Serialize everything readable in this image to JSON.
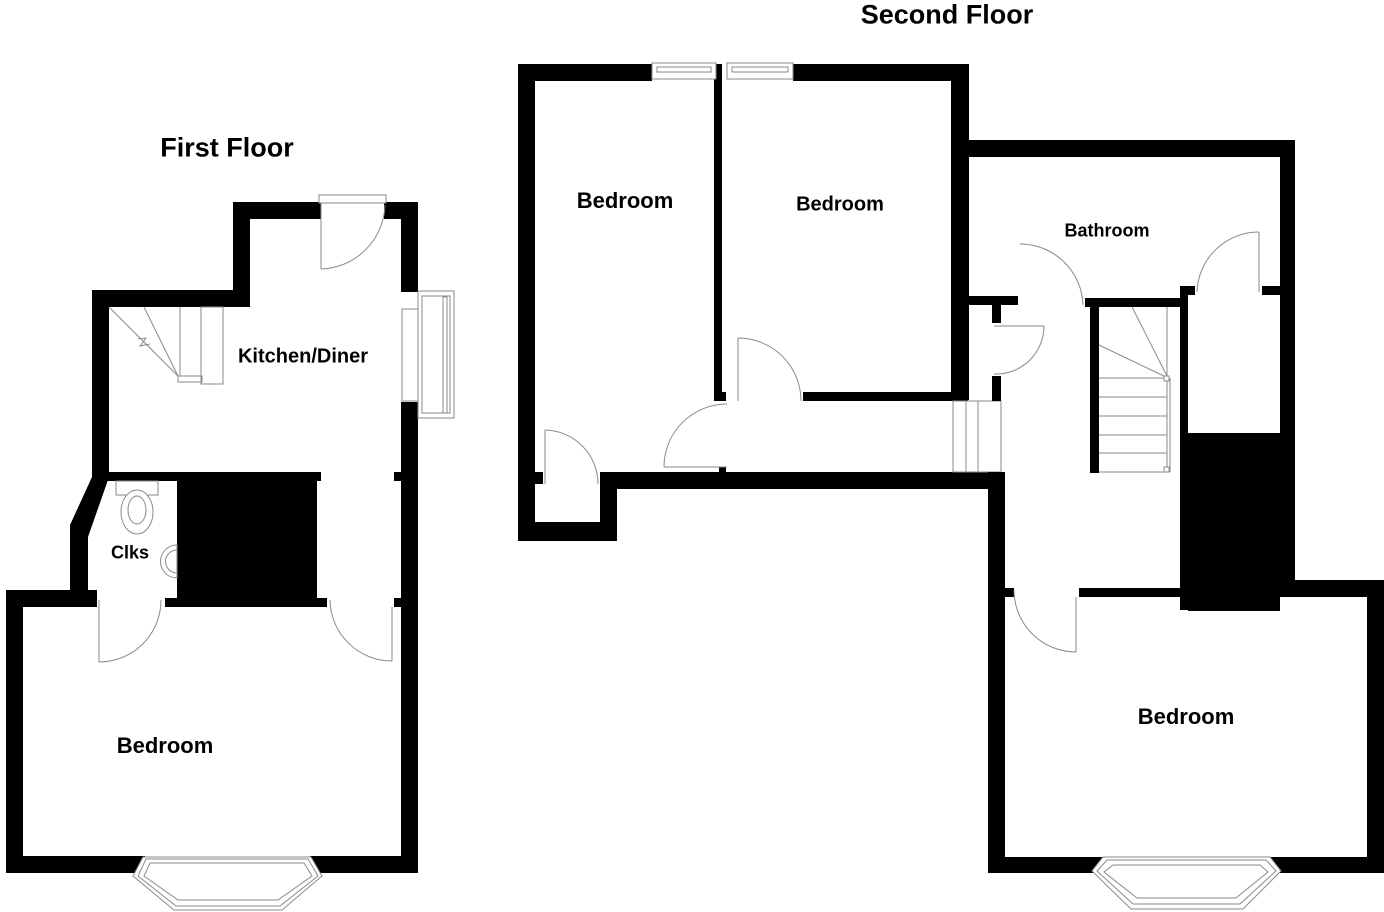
{
  "floors": {
    "first": {
      "title": "First Floor",
      "rooms": {
        "kitchen_diner": "Kitchen/Diner",
        "clks": "Clks",
        "bedroom": "Bedroom"
      }
    },
    "second": {
      "title": "Second Floor",
      "rooms": {
        "bedroom_left": "Bedroom",
        "bedroom_middle": "Bedroom",
        "bathroom": "Bathroom",
        "bedroom_right": "Bedroom"
      }
    }
  },
  "colors": {
    "wall": "#000000",
    "fixture_line": "#8a8a8a",
    "background": "#ffffff"
  }
}
